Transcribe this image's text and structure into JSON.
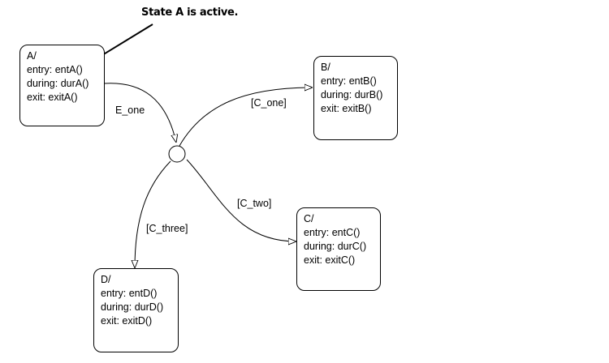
{
  "annotation": "State A is active.",
  "states": {
    "a": {
      "name": "A/",
      "entry": "entry: entA()",
      "during": "during: durA()",
      "exit": "exit: exitA()"
    },
    "b": {
      "name": "B/",
      "entry": "entry: entB()",
      "during": "during: durB()",
      "exit": "exit: exitB()"
    },
    "c": {
      "name": "C/",
      "entry": "entry: entC()",
      "during": "during: durC()",
      "exit": "exit: exitC()"
    },
    "d": {
      "name": "D/",
      "entry": "entry: entD()",
      "during": "during: durD()",
      "exit": "exit: exitD()"
    }
  },
  "transitions": {
    "e_one": "E_one",
    "c_one": "[C_one]",
    "c_two": "[C_two]",
    "c_three": "[C_three]"
  }
}
